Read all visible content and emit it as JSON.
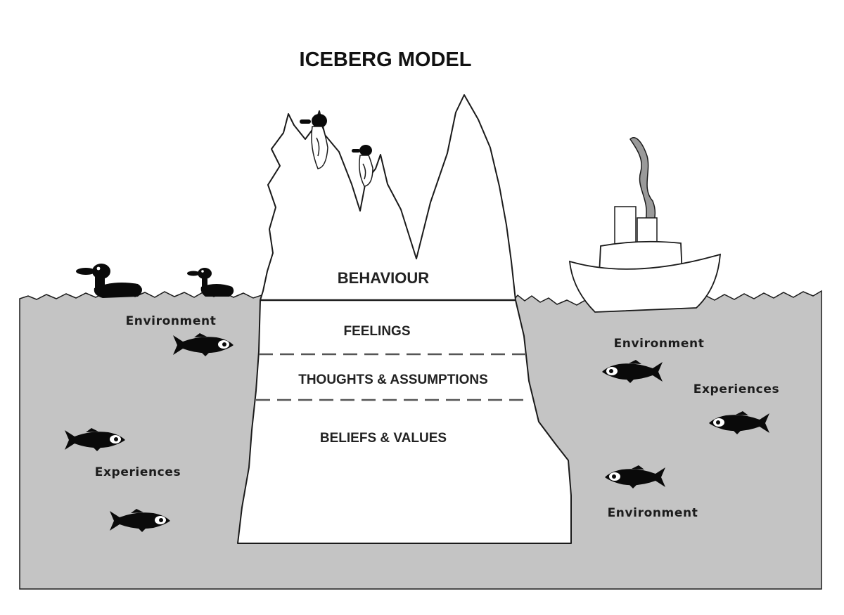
{
  "title": "ICEBERG MODEL",
  "layers": {
    "behaviour": "BEHAVIOUR",
    "feelings": "FEELINGS",
    "thoughts": "THOUGHTS & ASSUMPTIONS",
    "beliefs": "BELIEFS & VALUES"
  },
  "labels": {
    "left_environment": "Environment",
    "left_experiences": "Experiences",
    "right_environment_top": "Environment",
    "right_experiences": "Experiences",
    "right_environment_bottom": "Environment"
  },
  "colors": {
    "water": "#c4c4c4",
    "ice": "#ffffff",
    "outline": "#1a1a1a",
    "dash": "#555555",
    "smoke": "#9a9a9a",
    "animal": "#0a0a0a"
  }
}
